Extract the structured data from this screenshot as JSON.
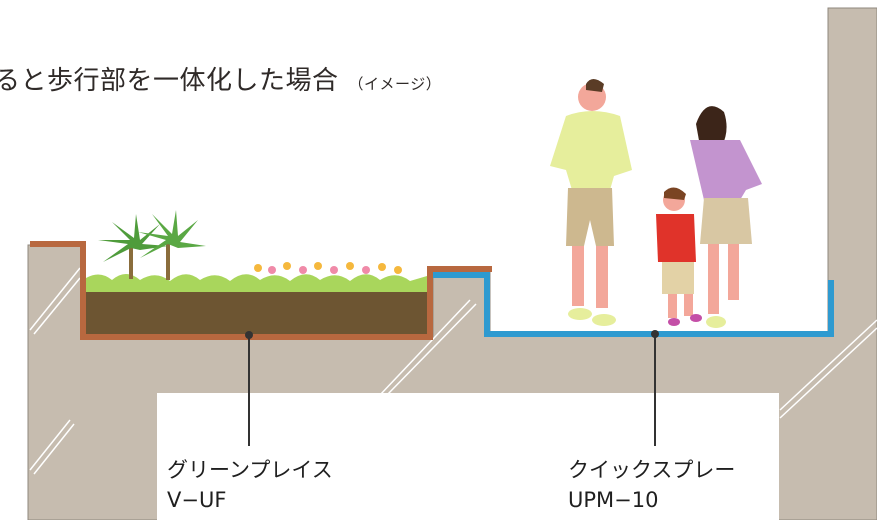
{
  "title": {
    "main": "ると歩行部を一体化した場合",
    "note": "（イメージ）"
  },
  "labels": {
    "green": {
      "product": "グリーンプレイス",
      "model": "V−UF"
    },
    "quick": {
      "product": "クイックスプレー",
      "model": "UPM−10"
    }
  },
  "colors": {
    "concrete": "#c6bcaf",
    "concrete_line": "#8f877d",
    "planter_membrane": "#b8683f",
    "soil": "#6d5532",
    "grass": "#a9d65c",
    "waterproof_blue": "#2e9ad0",
    "leader": "#333333"
  }
}
